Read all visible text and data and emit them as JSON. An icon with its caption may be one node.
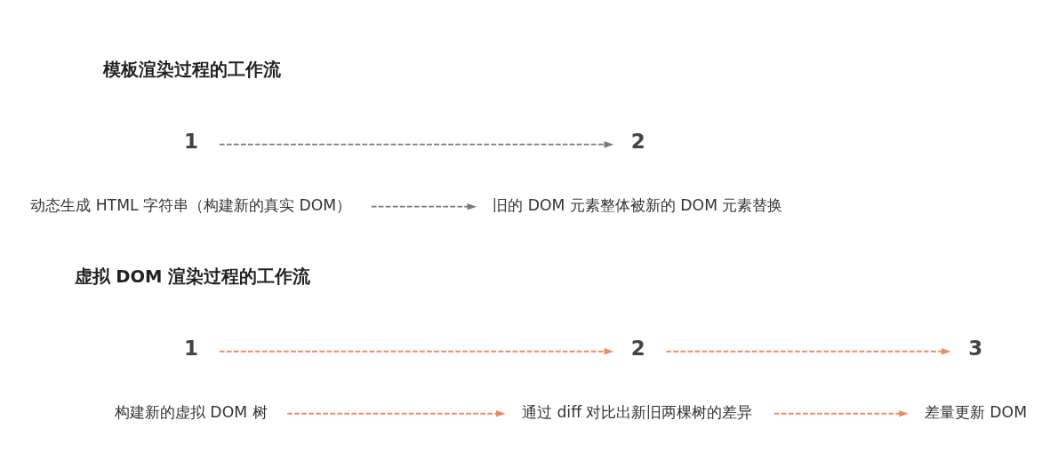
{
  "diagram": {
    "nodes": [
      {
        "text": [
          "1"
        ]
      },
      {
        "text": [
          "2"
        ]
      },
      {
        "text": [
          "动态生成 HTML 字符串（构建新的真实 DOM）"
        ]
      },
      {
        "text": [
          "旧的 DOM 元素整体被新的 DOM 元素替换"
        ]
      },
      {
        "text": [
          "1"
        ]
      },
      {
        "text": [
          "2"
        ]
      },
      {
        "text": [
          "3"
        ]
      },
      {
        "text": [
          "构建新的虚拟 DOM 树"
        ]
      },
      {
        "text": [
          "通过 diff 对比出新旧两棵树的差异"
        ]
      },
      {
        "text": [
          "差量更新 DOM"
        ]
      }
    ],
    "edges": [
      {
        "from": 0,
        "to": 1,
        "arrow": "to",
        "style": "dashed",
        "color": "#7a7a7a"
      },
      {
        "from": 2,
        "to": 3,
        "arrow": "to",
        "style": "dashed",
        "color": "#7a7a7a"
      },
      {
        "from": 4,
        "to": 5,
        "arrow": "to",
        "style": "dashed"
      },
      {
        "from": 5,
        "to": 6,
        "arrow": "to",
        "style": "dashed"
      },
      {
        "from": 7,
        "to": 8,
        "arrow": "to",
        "style": "dashed"
      },
      {
        "from": 8,
        "to": 9,
        "arrow": "to",
        "style": "dashed"
      }
    ],
    "labels": [
      "模板渲染过程的工作流",
      "虚拟 DOM 渲染过程的工作流"
    ]
  }
}
